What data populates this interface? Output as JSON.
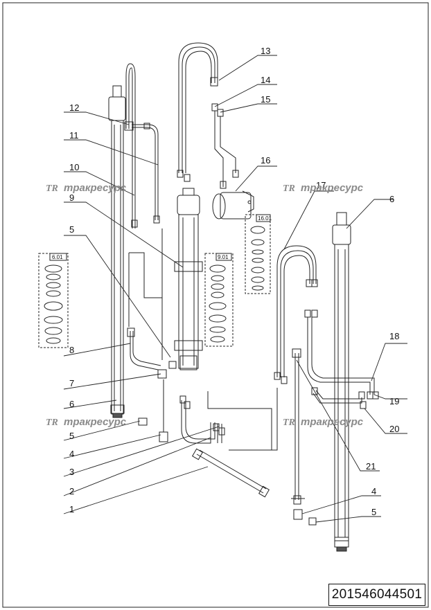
{
  "document_number": "201546044501",
  "watermark": {
    "logo": "TR",
    "text": "тракресурс"
  },
  "kit_labels": {
    "left": "6.01",
    "middle": "9.01",
    "top": "16.01"
  },
  "callouts": {
    "c1": "1",
    "c2": "2",
    "c3": "3",
    "c4a": "4",
    "c4b": "4",
    "c5a": "5",
    "c5b": "5",
    "c5c": "5",
    "c6a": "6",
    "c6b": "6",
    "c7": "7",
    "c8": "8",
    "c9": "9",
    "c10": "10",
    "c11": "11",
    "c12": "12",
    "c13": "13",
    "c14": "14",
    "c15": "15",
    "c16": "16",
    "c17": "17",
    "c18": "18",
    "c19": "19",
    "c20": "20",
    "c21": "21"
  }
}
